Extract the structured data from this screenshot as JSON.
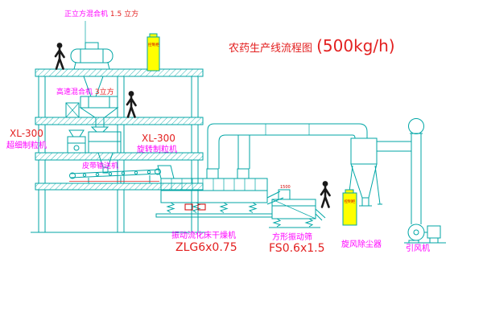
{
  "title": {
    "name": "农药生产线流程图",
    "capacity": "(500kg/h)"
  },
  "equipment": {
    "top_mixer": {
      "name": "正立方混合机",
      "spec": "1.5 立方"
    },
    "high_speed_mixer": {
      "name": "高速混合机",
      "spec": "3立方"
    },
    "granulator_left": {
      "model": "XL-300",
      "name": "超细制粒机"
    },
    "granulator_center": {
      "model": "XL-300",
      "name": "旋转制粒机"
    },
    "belt_conveyor": {
      "name": "皮带输送机"
    },
    "fluid_bed_dryer": {
      "name": "振动流化床干燥机",
      "model": "ZLG6x0.75"
    },
    "vibrating_sieve": {
      "name": "方形振动筛",
      "model": "FS0.6x1.5",
      "dim": "1500"
    },
    "cyclone": {
      "name": "旋风除尘器"
    },
    "fan": {
      "name": "引风机"
    },
    "control_panel": {
      "label": "控制柜"
    }
  },
  "colors": {
    "machine_line": "#00a6a6",
    "label_magenta": "#ff00ff",
    "label_red": "#e32020",
    "panel_yellow": "#ffff00",
    "figure_black": "#1a1a1a",
    "background": "#ffffff"
  }
}
